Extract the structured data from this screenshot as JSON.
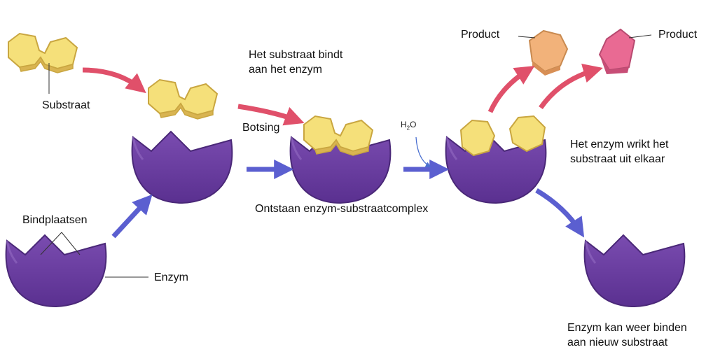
{
  "labels": {
    "substraat": "Substraat",
    "bindplaatsen": "Bindplaatsen",
    "enzym": "Enzym",
    "bindt_line1": "Het substraat bindt",
    "bindt_line2": "aan het enzym",
    "botsing": "Botsing",
    "complex": "Ontstaan enzym-substraatcomplex",
    "water_H": "H",
    "water_2": "2",
    "water_O": "O",
    "product_left": "Product",
    "product_right": "Product",
    "wrikt_line1": "Het enzym wrikt het",
    "wrikt_line2": "substraat uit elkaar",
    "weer_line1": "Enzym kan weer binden",
    "weer_line2": "aan nieuw substraat"
  },
  "colors": {
    "enzyme": "#6b3fa0",
    "enzyme_dark": "#4a2878",
    "substrate": "#f5e07a",
    "substrate_edge": "#c9a640",
    "product_orange": "#f2b27a",
    "product_pink": "#e96a93",
    "arrow_red": "#e0506a",
    "arrow_blue": "#5b5fd0"
  }
}
